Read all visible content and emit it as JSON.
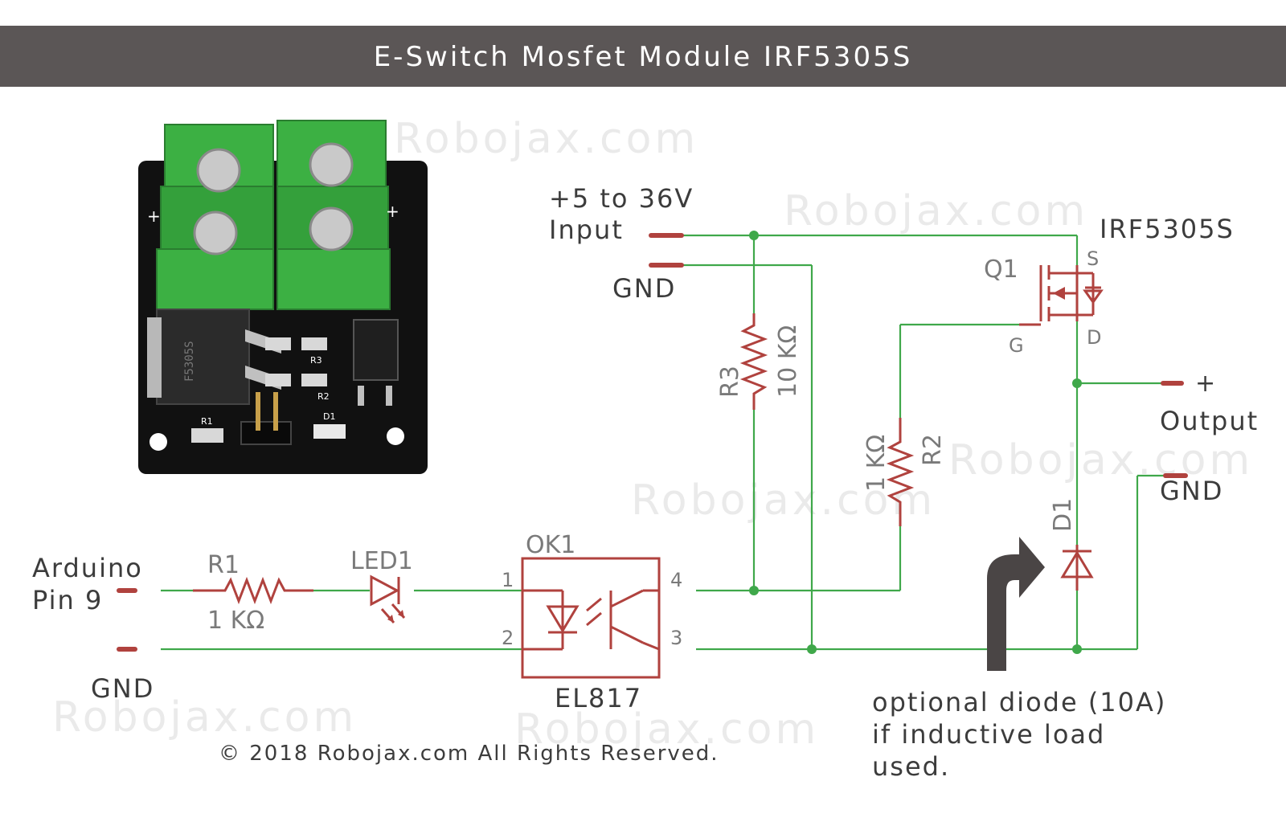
{
  "title": "E-Switch Mosfet Module IRF5305S",
  "watermark": "Robojax.com",
  "copyright": "© 2018 Robojax.com All Rights Reserved.",
  "labels": {
    "input_voltage": "+5 to 36V",
    "input": "Input",
    "gnd_top": "GND",
    "mosfet_part": "IRF5305S",
    "q1": "Q1",
    "pin_s": "S",
    "pin_d": "D",
    "pin_g": "G",
    "output_plus": "+",
    "output": "Output",
    "gnd_output": "GND",
    "r3": "R3",
    "r3_value": "10 KΩ",
    "r2": "R2",
    "r2_value": "1 KΩ",
    "d1": "D1",
    "ok1": "OK1",
    "el817": "EL817",
    "pin1": "1",
    "pin2": "2",
    "pin3": "3",
    "pin4": "4",
    "arduino": "Arduino",
    "pin9": "Pin 9",
    "r1": "R1",
    "r1_value": "1 KΩ",
    "led1": "LED1",
    "gnd_bottom": "GND",
    "note_line1": "optional diode (10A)",
    "note_line2": "if inductive load",
    "note_line3": "used."
  },
  "board_silkscreen": {
    "plus_left": "+",
    "plus_right": "+",
    "r1": "R1",
    "r2": "R2",
    "r3": "R3",
    "d1": "D1",
    "chip_marking": "F5305S"
  },
  "colors": {
    "title_bar": "#5b5656",
    "wire": "#3fa84a",
    "component": "#b0423e",
    "text": "#3c3c3c",
    "terminal_green": "#3cb043",
    "pcb": "#111111"
  }
}
